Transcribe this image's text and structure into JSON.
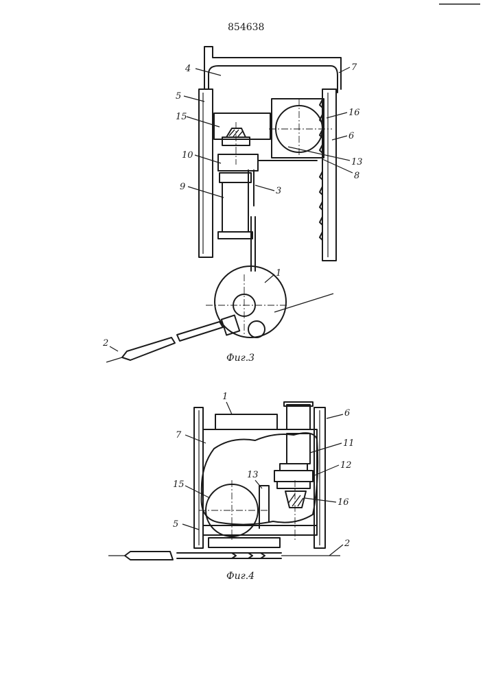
{
  "patent_number": "854638",
  "figure_3": {
    "caption": "Фиг.3",
    "labels": {
      "l1": "1",
      "l2": "2",
      "l3": "3",
      "l4": "4",
      "l5": "5",
      "l6": "6",
      "l7": "7",
      "l8": "8",
      "l9": "9",
      "l10": "10",
      "l13": "13",
      "l15": "15",
      "l16": "16"
    }
  },
  "figure_4": {
    "caption": "Фиг.4",
    "labels": {
      "l1": "1",
      "l2": "2",
      "l5": "5",
      "l6": "6",
      "l7": "7",
      "l11": "11",
      "l12": "12",
      "l13": "13",
      "l15": "15",
      "l16": "16"
    }
  }
}
